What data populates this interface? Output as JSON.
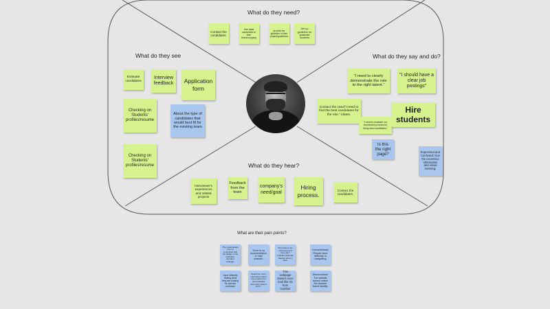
{
  "sections": {
    "need": "What do they need?",
    "see": "What do they see",
    "say_do": "What do they say and do?",
    "hear": "What do they hear?",
    "pain": "What are their pain points?"
  },
  "notes": [
    {
      "id": "need-1",
      "text": "Contact the candidates.",
      "color": "green"
    },
    {
      "id": "need-2",
      "text": "Hire ideal candidates to their team/company",
      "color": "green"
    },
    {
      "id": "need-3",
      "text": "provide the guideline of their project/guidelines",
      "color": "green"
    },
    {
      "id": "need-4",
      "text": "Set up guideline for graduate students",
      "color": "green"
    },
    {
      "id": "see-1",
      "text": "Evaluate candidates",
      "color": "green"
    },
    {
      "id": "see-2",
      "text": "Interview feedback",
      "color": "green"
    },
    {
      "id": "see-3",
      "text": "Application form",
      "color": "green"
    },
    {
      "id": "see-4",
      "text": "Checking on Students' profiles/resume",
      "color": "green"
    },
    {
      "id": "see-5",
      "text": "About the type of candidates that would best fit for the existing team",
      "color": "blue"
    },
    {
      "id": "see-6",
      "text": "Checking on Students' profiles/resume",
      "color": "green"
    },
    {
      "id": "say-1",
      "text": "\"I need to clearly demonstrate the role to the right talent.\"",
      "color": "green"
    },
    {
      "id": "say-2",
      "text": "\"I should have a clear job postings\"",
      "color": "green"
    },
    {
      "id": "say-3",
      "text": "Contact the cand\"I need to find the best candidates for the role.\" idates.",
      "color": "green"
    },
    {
      "id": "say-4",
      "text": "\"I need to evaluate our recruitment process for hiring ideal candidates.\"",
      "color": "green"
    },
    {
      "id": "say-5",
      "text": "Hire students",
      "color": "green"
    },
    {
      "id": "say-6",
      "text": "Is this the right page?",
      "color": "blue"
    },
    {
      "id": "say-7",
      "text": "Expressed and Confused: Due the excessive information and visual messing.",
      "color": "blue"
    },
    {
      "id": "hear-1",
      "text": "Interviewer's experiences and related projects",
      "color": "green"
    },
    {
      "id": "hear-2",
      "text": "Feedback from the team",
      "color": "green"
    },
    {
      "id": "hear-3",
      "text": "company's need/goal",
      "color": "green"
    },
    {
      "id": "hear-4",
      "text": "Hiring process.",
      "color": "green"
    },
    {
      "id": "hear-5",
      "text": "Contact the candidates.",
      "color": "green"
    },
    {
      "id": "pain-1",
      "text": "The visual design has no connection with the design of the institution (Humber College).",
      "color": "blue"
    },
    {
      "id": "pain-2",
      "text": "There is no documentation or help channel.",
      "color": "blue"
    },
    {
      "id": "pain-3",
      "text": "The buttons are confusing and they don't indicate what will happen when I click.",
      "color": "blue"
    },
    {
      "id": "pain-4",
      "text": "Overwhelmed: People have difficulty in navigating",
      "color": "blue"
    },
    {
      "id": "pain-5",
      "text": "Have difficulty finding what they are looking for and are confused.",
      "color": "blue"
    },
    {
      "id": "pain-6",
      "text": "Search for more information about the program but are frustrated when they cannot find it.",
      "color": "blue"
    },
    {
      "id": "pain-7",
      "text": "This webpage doesn't even look like it's from Humber",
      "color": "blue"
    },
    {
      "id": "pain-8",
      "text": "Disconnected: The website doesn't match the Humber brand identity.",
      "color": "blue"
    }
  ],
  "colors": {
    "green": "#d6f28e",
    "blue": "#a9c7ee",
    "frame": "#555555",
    "background": "#e6e6e6"
  }
}
